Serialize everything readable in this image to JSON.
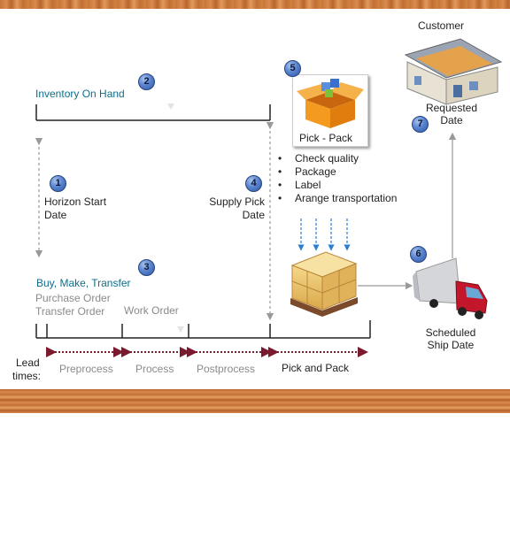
{
  "customer": {
    "label": "Customer"
  },
  "requested_date": {
    "line1": "Requested",
    "line2": "Date",
    "number": "7"
  },
  "inventory": {
    "label": "Inventory  On Hand",
    "number": "2"
  },
  "horizon": {
    "line1": "Horizon  Start",
    "line2": "Date",
    "number": "1"
  },
  "supply_pick": {
    "line1": "Supply Pick",
    "line2": "Date",
    "number": "4"
  },
  "pick_pack": {
    "label": "Pick - Pack",
    "number": "5",
    "tasks": [
      "Check quality",
      "Package",
      "Label",
      "Arange transportation"
    ]
  },
  "buy_make": {
    "label": "Buy, Make, Transfer",
    "number": "3"
  },
  "purchase_order": {
    "line1": "Purchase  Order",
    "line2": "Transfer  Order"
  },
  "work_order": {
    "label": "Work Order"
  },
  "scheduled_ship": {
    "line1": "Scheduled",
    "line2": "Ship Date",
    "number": "6"
  },
  "lead_times": {
    "line1": "Lead",
    "line2": "times:",
    "segments": [
      "Preprocess",
      "Process",
      "Postprocess",
      "Pick and Pack"
    ]
  },
  "colors": {
    "teal": "#0e6d8a",
    "gray_text": "#8a8a8a",
    "lead_arrow": "#7a1a2e",
    "pallet_arrow": "#2b7fd0"
  }
}
